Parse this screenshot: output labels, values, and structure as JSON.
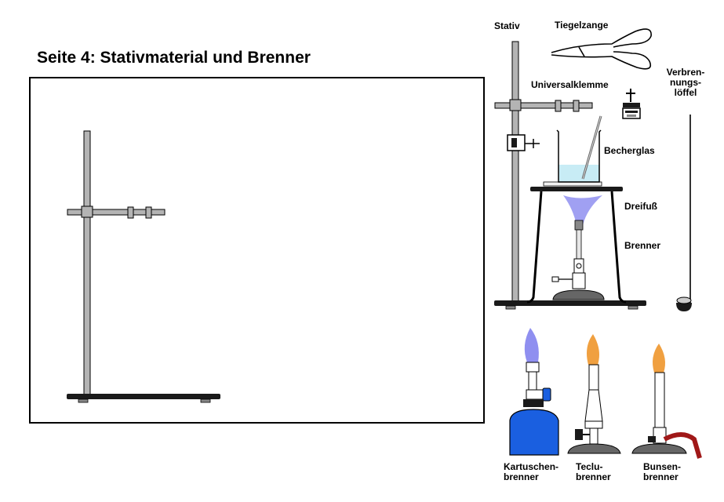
{
  "title": "Seite 4: Stativmaterial und Brenner",
  "labels": {
    "stativ": "Stativ",
    "tiegelzange": "Tiegelzange",
    "universalklemme": "Universalklemme",
    "verbrennungsloeffel_1": "Verbren-",
    "verbrennungsloeffel_2": "nungs-",
    "verbrennungsloeffel_3": "löffel",
    "becherglas": "Becherglas",
    "dreifuss": "Dreifuß",
    "brenner": "Brenner",
    "kartuschen_1": "Kartuschen-",
    "kartuschen_2": "brenner",
    "teclu_1": "Teclu-",
    "teclu_2": "brenner",
    "bunsen_1": "Bunsen-",
    "bunsen_2": "brenner"
  },
  "colors": {
    "metal": "#b4b4b4",
    "outline": "#000000",
    "base": "#1a1a1a",
    "flame_blue": "#8f8ff0",
    "flame_orange": "#f0a040",
    "cartridge": "#1a5fe0",
    "water": "#c8ecf5",
    "hose": "#a01818"
  },
  "icons": [
    "stand-icon",
    "crucible-tongs-icon",
    "universal-clamp-icon",
    "combustion-spoon-icon",
    "beaker-icon",
    "tripod-icon",
    "burner-icon",
    "cartridge-burner-icon",
    "teclu-burner-icon",
    "bunsen-burner-icon"
  ]
}
